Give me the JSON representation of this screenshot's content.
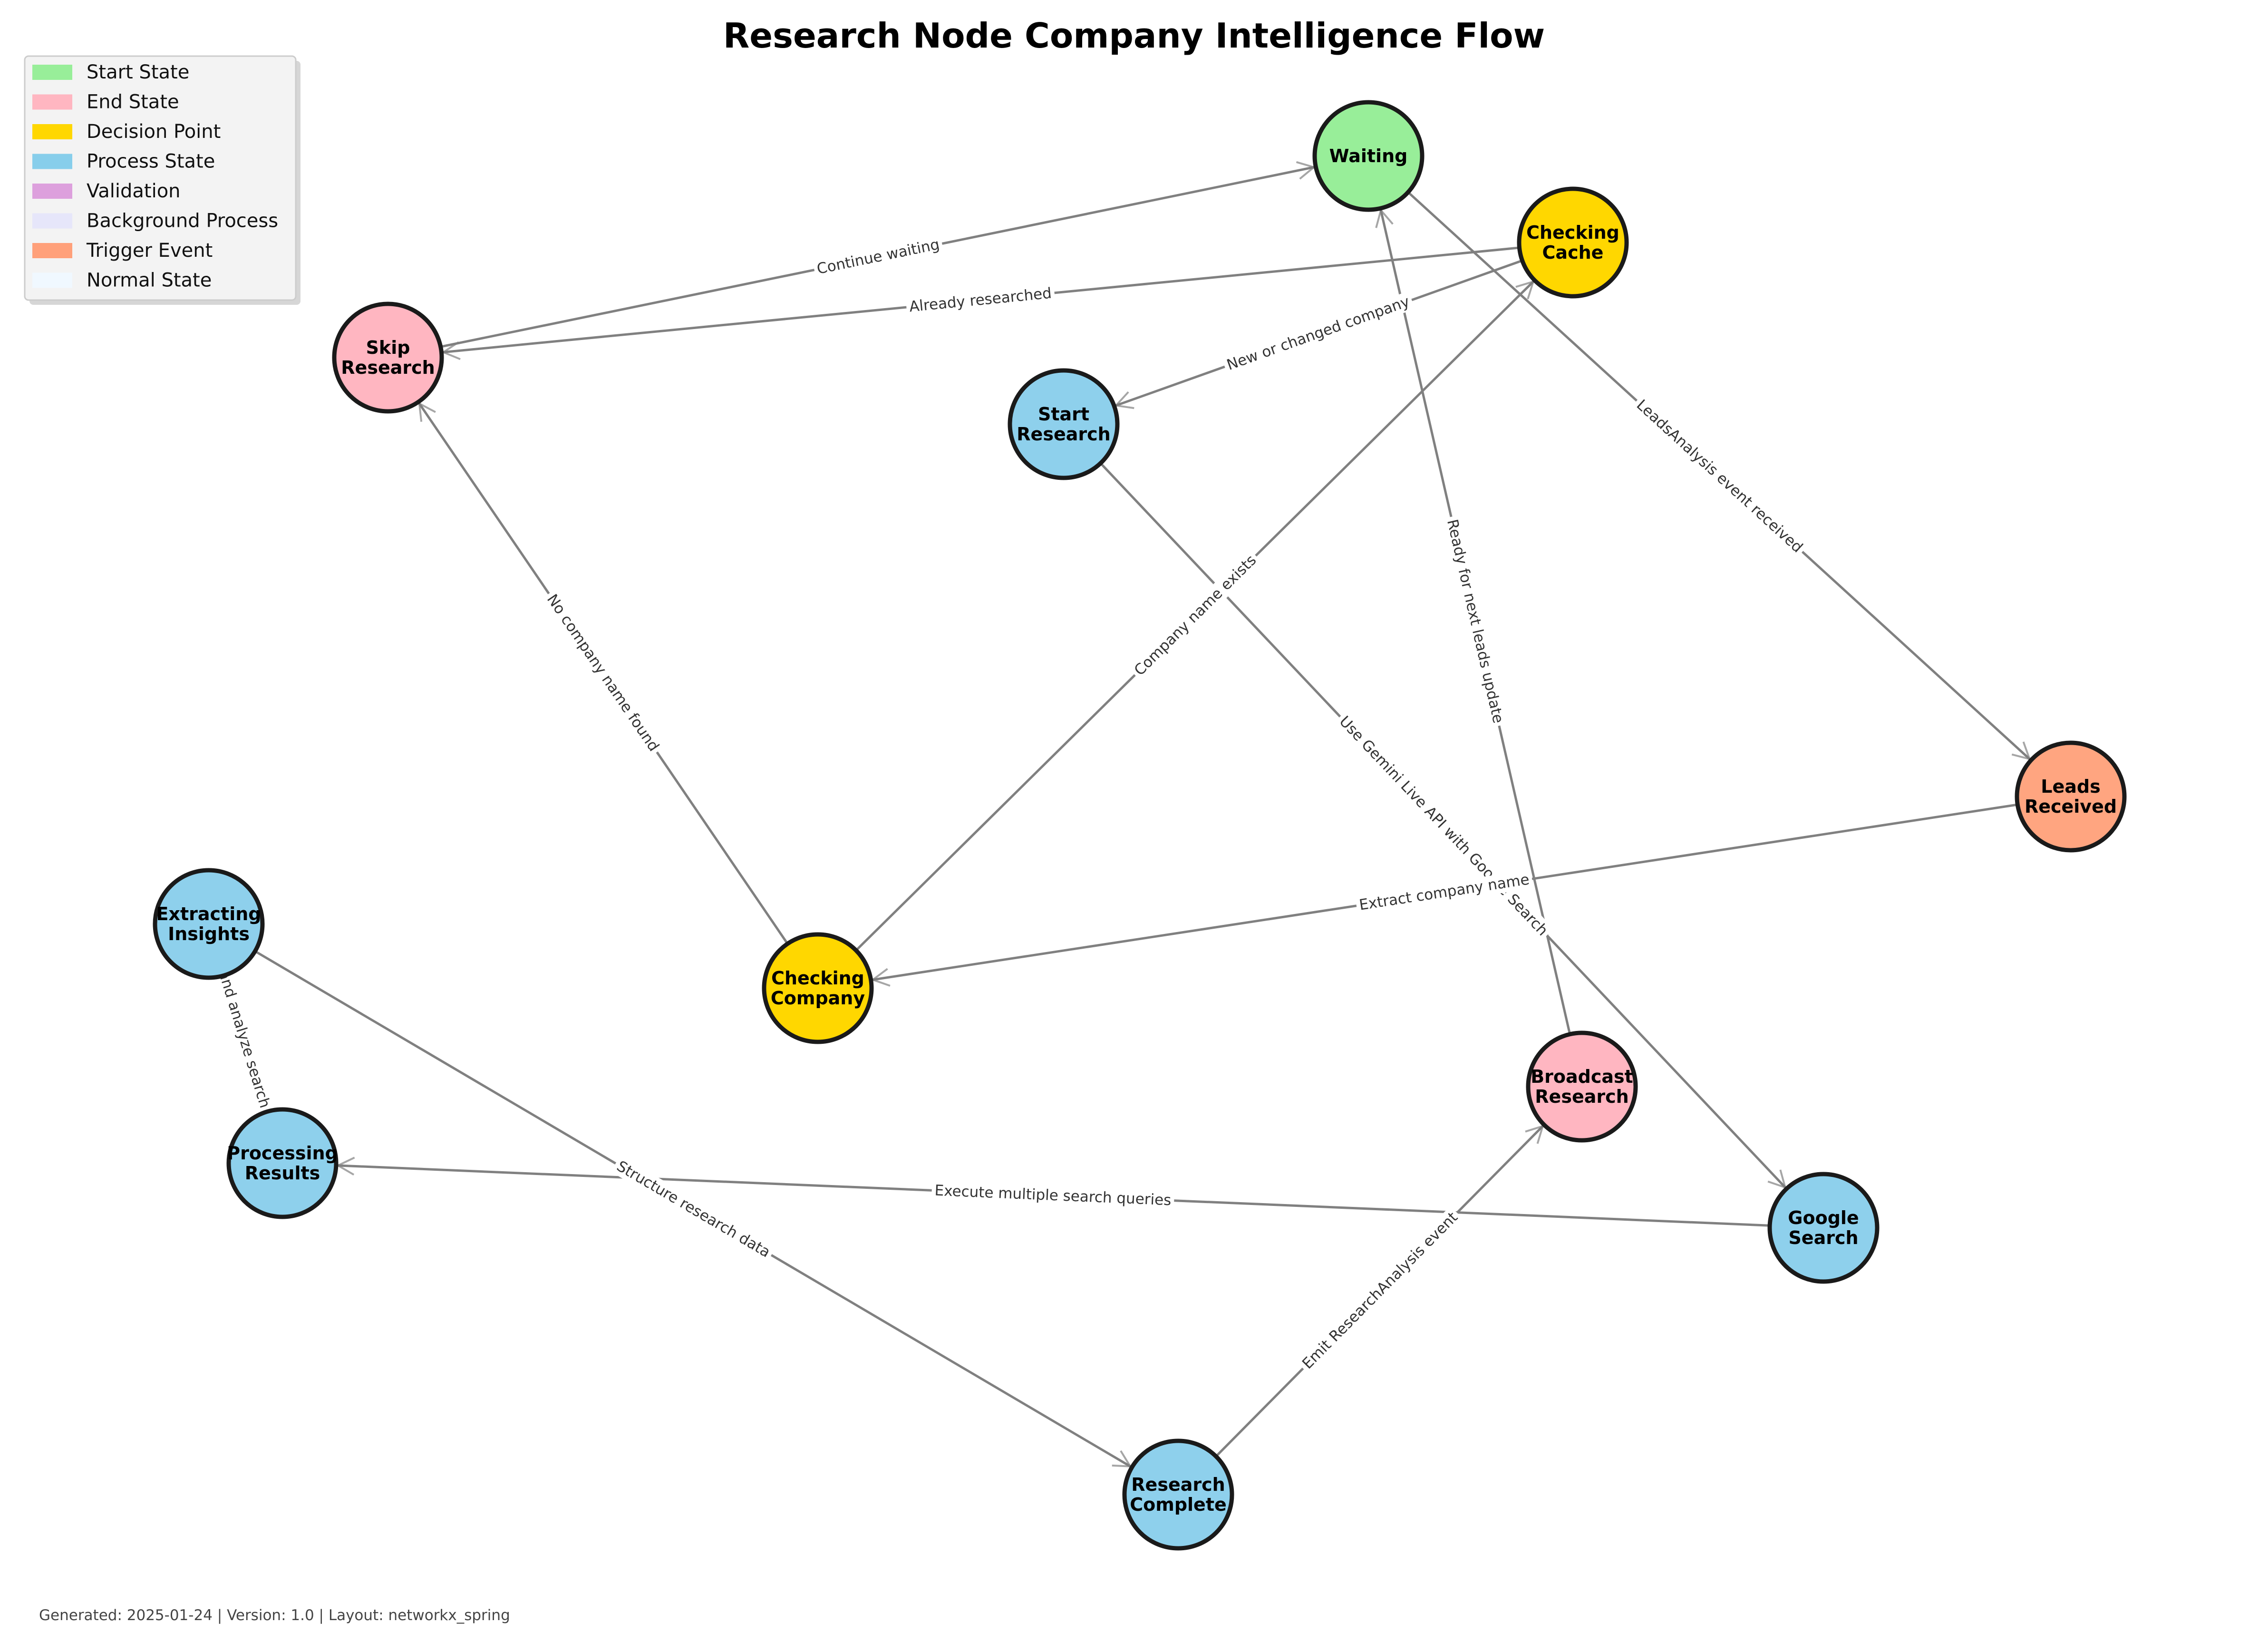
{
  "title": "Research Node Company Intelligence Flow",
  "footer": "Generated: 2025-01-24 | Version: 1.0 | Layout: networkx_spring",
  "legend": [
    {
      "label": "Start State",
      "color": "#98EE99"
    },
    {
      "label": "End State",
      "color": "#FFB6C1"
    },
    {
      "label": "Decision Point",
      "color": "#FFD700"
    },
    {
      "label": "Process State",
      "color": "#87CEEB"
    },
    {
      "label": "Validation",
      "color": "#DDA0DD"
    },
    {
      "label": "Background Process",
      "color": "#E6E6FA"
    },
    {
      "label": "Trigger Event",
      "color": "#FFA07A"
    },
    {
      "label": "Normal State",
      "color": "#F0F8FF"
    }
  ],
  "nodes": {
    "waiting": {
      "lines": [
        "Waiting"
      ],
      "color": "#98EE99"
    },
    "checking_cache": {
      "lines": [
        "Checking",
        "Cache"
      ],
      "color": "#FFD700"
    },
    "skip_research": {
      "lines": [
        "Skip",
        "Research"
      ],
      "color": "#FFB6C1"
    },
    "start_research": {
      "lines": [
        "Start",
        "Research"
      ],
      "color": "#8ED0EC"
    },
    "leads_received": {
      "lines": [
        "Leads",
        "Received"
      ],
      "color": "#FFA580"
    },
    "extracting_insights": {
      "lines": [
        "Extracting",
        "Insights"
      ],
      "color": "#8ED0EC"
    },
    "checking_company": {
      "lines": [
        "Checking",
        "Company"
      ],
      "color": "#FFD700"
    },
    "broadcast_research": {
      "lines": [
        "Broadcast",
        "Research"
      ],
      "color": "#FFB6C1"
    },
    "processing_results": {
      "lines": [
        "Processing",
        "Results"
      ],
      "color": "#8ED0EC"
    },
    "google_search": {
      "lines": [
        "Google",
        "Search"
      ],
      "color": "#8ED0EC"
    },
    "research_complete": {
      "lines": [
        "Research",
        "Complete"
      ],
      "color": "#8ED0EC"
    }
  },
  "edges": [
    {
      "from": "skip_research",
      "to": "waiting",
      "label": "Continue waiting"
    },
    {
      "from": "checking_cache",
      "to": "skip_research",
      "label": "Already researched"
    },
    {
      "from": "checking_cache",
      "to": "start_research",
      "label": "New or changed company"
    },
    {
      "from": "waiting",
      "to": "leads_received",
      "label": "LeadsAnalysis event received"
    },
    {
      "from": "checking_company",
      "to": "checking_cache",
      "label": "Company name exists"
    },
    {
      "from": "checking_company",
      "to": "skip_research",
      "label": "No company name found"
    },
    {
      "from": "broadcast_research",
      "to": "waiting",
      "label": "Ready for next leads update"
    },
    {
      "from": "start_research",
      "to": "google_search",
      "label": "Use Gemini Live API with Google Search"
    },
    {
      "from": "leads_received",
      "to": "checking_company",
      "label": "Extract company name"
    },
    {
      "from": "processing_results",
      "to": "extracting_insights",
      "label": "Parse and analyze search results"
    },
    {
      "from": "google_search",
      "to": "processing_results",
      "label": "Execute multiple search queries"
    },
    {
      "from": "extracting_insights",
      "to": "research_complete",
      "label": "Structure research data"
    },
    {
      "from": "research_complete",
      "to": "broadcast_research",
      "label": "Emit ResearchAnalysis event"
    }
  ]
}
